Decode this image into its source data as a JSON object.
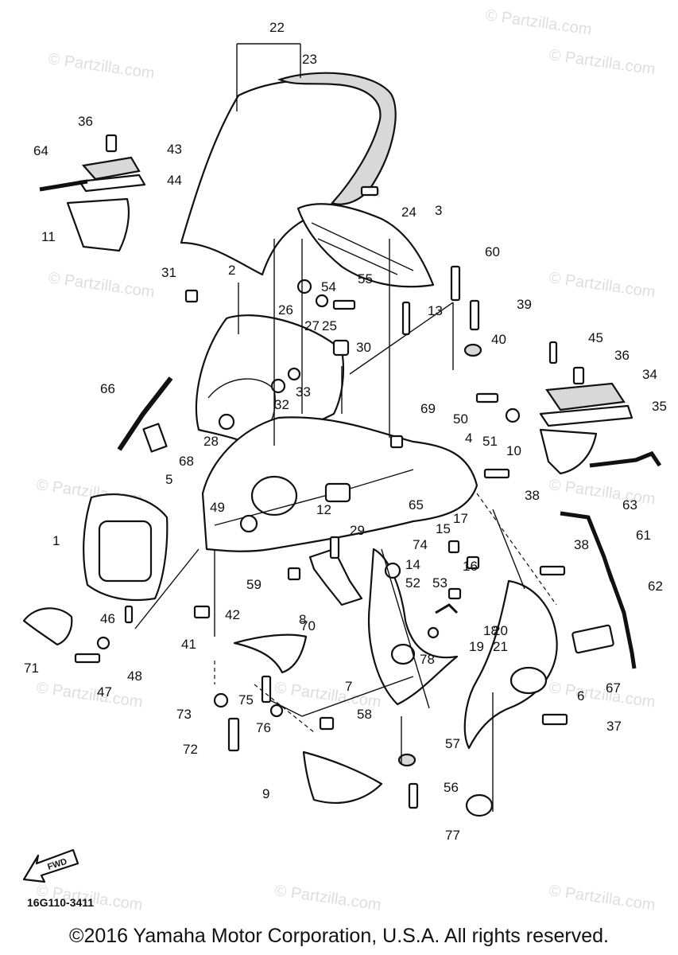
{
  "diagram": {
    "drawing_code": "16G110-3411",
    "copyright": "©2016 Yamaha Motor Corporation, U.S.A. All rights reserved.",
    "watermark": "© Partzilla.com",
    "fwd_mark": "FWD",
    "part_labels": [
      "1",
      "2",
      "3",
      "4",
      "5",
      "6",
      "7",
      "8",
      "9",
      "10",
      "11",
      "12",
      "13",
      "14",
      "15",
      "16",
      "17",
      "18",
      "19",
      "20",
      "21",
      "22",
      "23",
      "24",
      "25",
      "26",
      "27",
      "28",
      "29",
      "30",
      "31",
      "32",
      "33",
      "34",
      "35",
      "36",
      "36",
      "37",
      "38",
      "38",
      "39",
      "40",
      "41",
      "42",
      "43",
      "44",
      "45",
      "46",
      "47",
      "48",
      "49",
      "50",
      "51",
      "52",
      "53",
      "54",
      "55",
      "56",
      "57",
      "58",
      "59",
      "60",
      "61",
      "62",
      "63",
      "64",
      "65",
      "66",
      "67",
      "68",
      "69",
      "70",
      "71",
      "72",
      "73",
      "74",
      "75",
      "76",
      "77",
      "78"
    ]
  }
}
